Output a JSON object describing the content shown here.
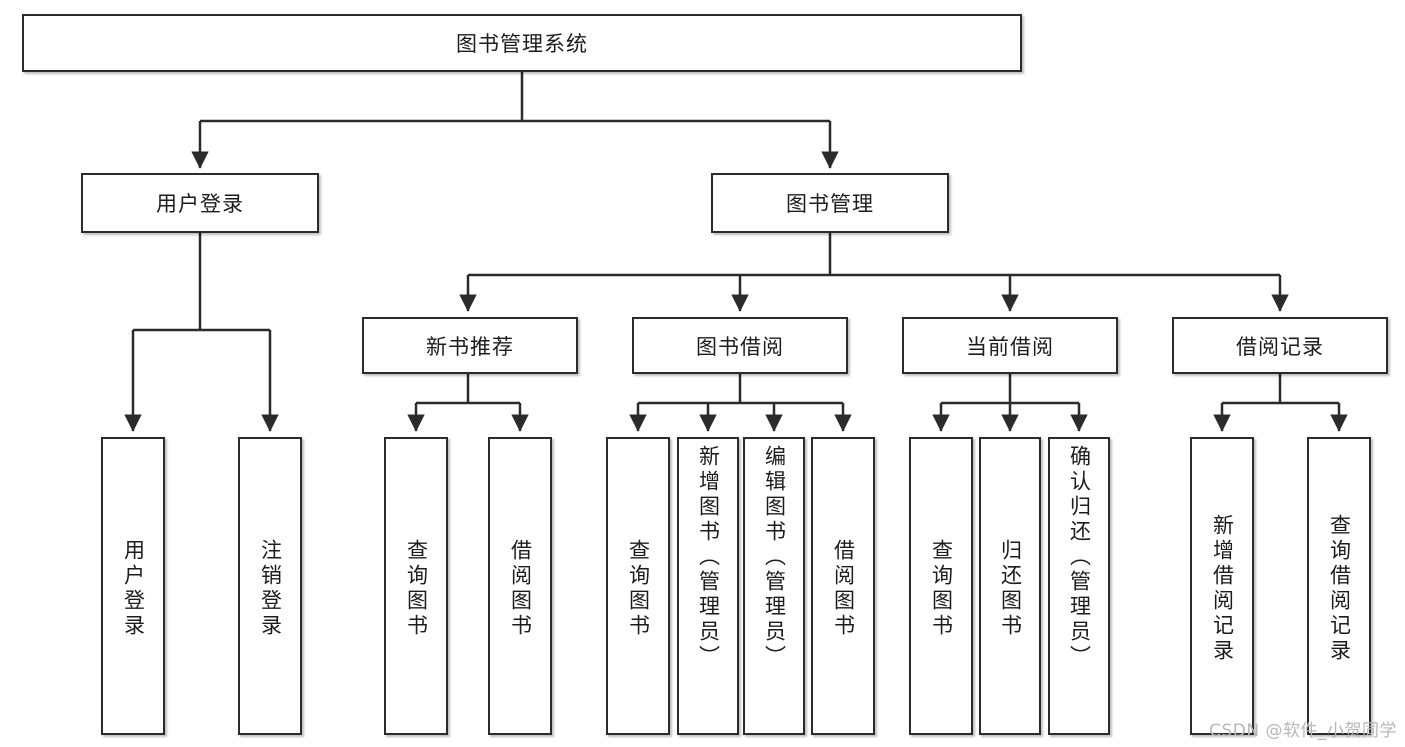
{
  "diagram": {
    "title": "图书管理系统",
    "watermark": "CSDN @软件_小贺同学",
    "line_color": "#2b2b2b",
    "box_fill": "#ffffff",
    "text_color": "#1c1c1c"
  },
  "nodes": {
    "root": {
      "label": "图书管理系统"
    },
    "level1": [
      {
        "id": "user-login",
        "label": "用户登录"
      },
      {
        "id": "book-management",
        "label": "图书管理"
      }
    ],
    "level2": [
      {
        "id": "new-book-recommend",
        "label": "新书推荐"
      },
      {
        "id": "book-borrow",
        "label": "图书借阅"
      },
      {
        "id": "current-borrow",
        "label": "当前借阅"
      },
      {
        "id": "borrow-record",
        "label": "借阅记录"
      }
    ],
    "leaves": {
      "user_login": [
        {
          "id": "leaf-user-login",
          "label": "用户登录"
        },
        {
          "id": "leaf-logout",
          "label": "注销登录"
        }
      ],
      "new_book_recommend": [
        {
          "id": "leaf-query-book-1",
          "label": "查询图书"
        },
        {
          "id": "leaf-borrow-book-1",
          "label": "借阅图书"
        }
      ],
      "book_borrow": [
        {
          "id": "leaf-query-book-2",
          "label": "查询图书"
        },
        {
          "id": "leaf-add-book",
          "label": "新增图书（管理员）"
        },
        {
          "id": "leaf-edit-book",
          "label": "编辑图书（管理员）"
        },
        {
          "id": "leaf-borrow-book-2",
          "label": "借阅图书"
        }
      ],
      "current_borrow": [
        {
          "id": "leaf-query-book-3",
          "label": "查询图书"
        },
        {
          "id": "leaf-return-book",
          "label": "归还图书"
        },
        {
          "id": "leaf-confirm-return",
          "label": "确认归还（管理员）"
        }
      ],
      "borrow_record": [
        {
          "id": "leaf-add-record",
          "label": "新增借阅记录"
        },
        {
          "id": "leaf-query-record",
          "label": "查询借阅记录"
        }
      ]
    }
  }
}
